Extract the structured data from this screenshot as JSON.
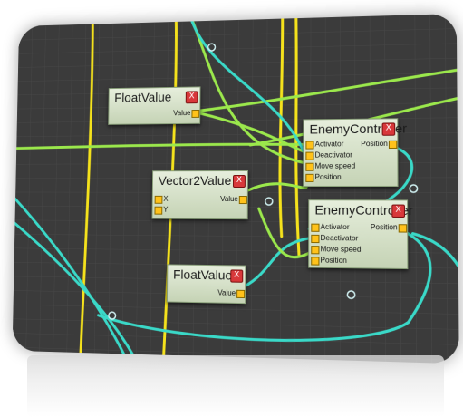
{
  "nodes": {
    "float1": {
      "title": "FloatValue",
      "close": "X",
      "output": "Value"
    },
    "vector2": {
      "title": "Vector2Value",
      "close": "X",
      "inputs": [
        "X",
        "Y"
      ],
      "output": "Value"
    },
    "float2": {
      "title": "FloatValue",
      "close": "X",
      "output": "Value"
    },
    "enemy1": {
      "title": "EnemyController",
      "close": "X",
      "inputs": [
        "Activator",
        "Deactivator",
        "Move speed",
        "Position"
      ],
      "output": "Position"
    },
    "enemy2": {
      "title": "EnemyController",
      "close": "X",
      "inputs": [
        "Activator",
        "Deactivator",
        "Move speed",
        "Position"
      ],
      "output": "Position"
    }
  },
  "colors": {
    "background": "#3b3b3b",
    "grid": "#474747",
    "wire_yellow": "#f5e21c",
    "wire_green": "#9be84c",
    "wire_cyan": "#3ad9c8",
    "port": "#ffc21a",
    "close_button": "#d8383a"
  }
}
